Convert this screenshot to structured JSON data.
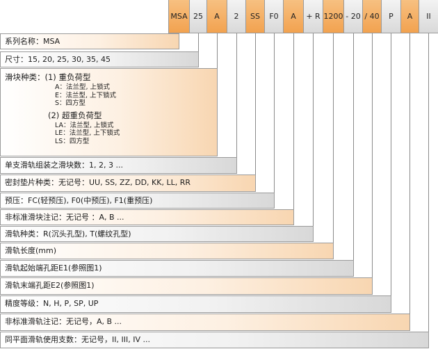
{
  "header": {
    "cells": [
      "MSA",
      "25",
      "A",
      "2",
      "SS",
      "F0",
      "A",
      "+ R",
      "1200",
      "- 20",
      "/ 40",
      "P",
      "A",
      "II"
    ],
    "colors": [
      "orange",
      "gray",
      "orange",
      "gray",
      "orange",
      "gray",
      "orange",
      "gray",
      "orange",
      "gray",
      "orange",
      "gray",
      "orange",
      "gray"
    ]
  },
  "rows": {
    "series": "系列名称：MSA",
    "size": "尺寸：15, 20, 25, 30, 35, 45",
    "slider": {
      "title": "滑块种类：(1) 重负荷型",
      "g1": [
        "A：法兰型, 上锁式",
        "E：法兰型, 上下锁式",
        "S：四方型"
      ],
      "title2": "(2) 超重负荷型",
      "g2": [
        "LA：法兰型, 上锁式",
        "LE：法兰型, 上下锁式",
        "LS：四方型"
      ]
    },
    "count": "单支滑轨组装之滑块数：1, 2, 3 ...",
    "seal": "密封垫片种类：无记号：UU, SS, ZZ, DD, KK, LL, RR",
    "preload": "预压：FC(轻预压), F0(中预压), F1(重预压)",
    "nonstd_block": "非标准滑块注记：无记号 ：A, B ...",
    "rail_type": "滑轨种类：R(沉头孔型), T(螺纹孔型)",
    "rail_len": "滑轨长度(mm)",
    "start_e1": "滑轨起始端孔距E1(参照图1)",
    "end_e2": "滑轨末端孔距E2(参照图1)",
    "precision": "精度等级：N, H, P, SP, UP",
    "nonstd_rail": "非标准滑轨注记：无记号，A, B ...",
    "parallel": "同平面滑轨使用支数：无记号，II, III, IV ..."
  }
}
